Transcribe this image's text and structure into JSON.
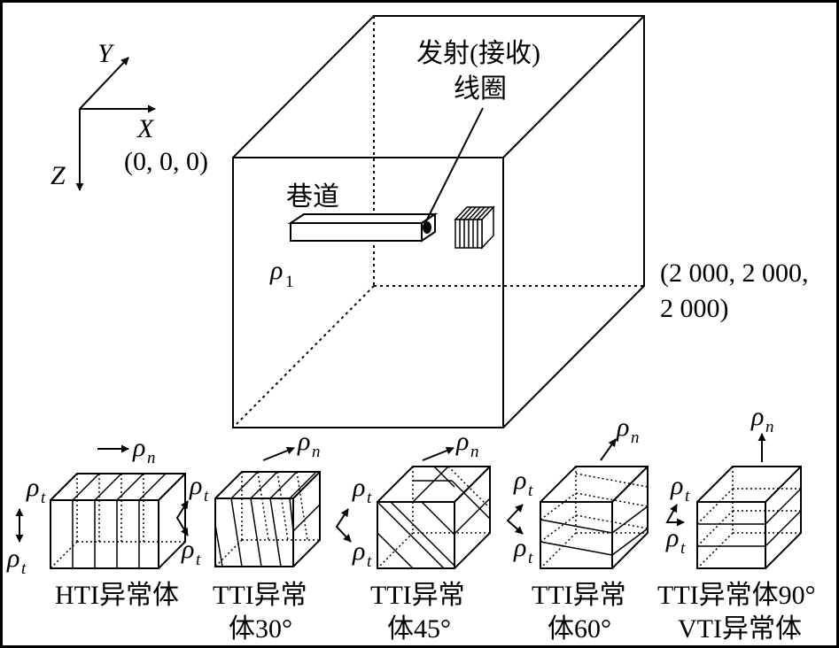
{
  "axes": {
    "x_label": "X",
    "y_label": "Y",
    "z_label": "Z",
    "origin_label": "(0, 0, 0)"
  },
  "box": {
    "far_corner_line1": "(2 000, 2 000,",
    "far_corner_line2": "2 000)",
    "coil_label_line1": "发射(接收)",
    "coil_label_line2": "线圈",
    "tunnel_label": "巷道",
    "rho_symbol": "ρ",
    "rho_subscript": "1"
  },
  "anomalies": [
    {
      "rho_n": "ρ",
      "n_sub": "n",
      "rho_t": "ρ",
      "t_sub": "t",
      "caption_line1": "HTI异常体",
      "caption_line2": ""
    },
    {
      "rho_n": "ρ",
      "n_sub": "n",
      "rho_t": "ρ",
      "t_sub": "t",
      "caption_line1": "TTI异常",
      "caption_line2": "体30°"
    },
    {
      "rho_n": "ρ",
      "n_sub": "n",
      "rho_t": "ρ",
      "t_sub": "t",
      "caption_line1": "TTI异常",
      "caption_line2": "体45°"
    },
    {
      "rho_n": "ρ",
      "n_sub": "n",
      "rho_t": "ρ",
      "t_sub": "t",
      "caption_line1": "TTI异常",
      "caption_line2": "体60°"
    },
    {
      "rho_n": "ρ",
      "n_sub": "n",
      "rho_t": "ρ",
      "t_sub": "t",
      "caption_line1": "TTI异常体90°",
      "caption_line2": "VTI异常体"
    }
  ]
}
